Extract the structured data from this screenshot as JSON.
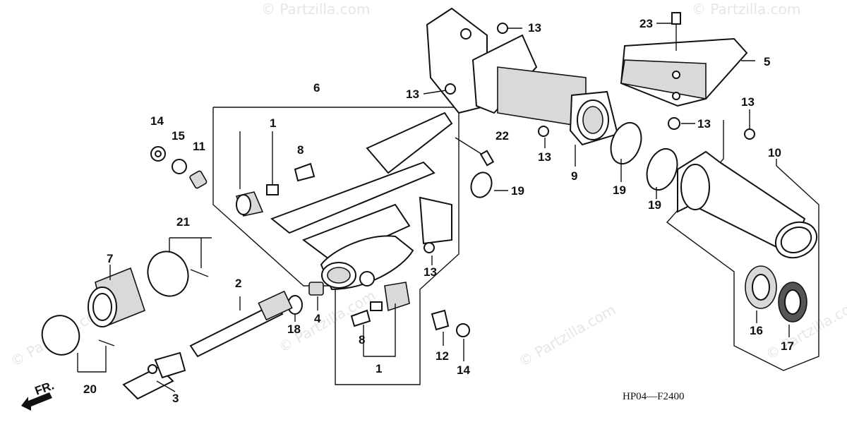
{
  "diagram_code": "HP04—F2400",
  "direction_label": "FR.",
  "watermarks": [
    "© Partzilla.com",
    "© Partzilla.com",
    "© Partzilla.com",
    "© Partzilla.com",
    "© Partzilla.com",
    "© Partzilla.com"
  ],
  "callouts": {
    "c1a": "1",
    "c1b": "1",
    "c2": "2",
    "c3": "3",
    "c4": "4",
    "c5": "5",
    "c6": "6",
    "c7": "7",
    "c8a": "8",
    "c8b": "8",
    "c9": "9",
    "c10": "10",
    "c11": "11",
    "c12": "12",
    "c13a": "13",
    "c13b": "13",
    "c13c": "13",
    "c13d": "13",
    "c13e": "13",
    "c13f": "13",
    "c14a": "14",
    "c14b": "14",
    "c15": "15",
    "c16": "16",
    "c17": "17",
    "c18": "18",
    "c19a": "19",
    "c19b": "19",
    "c19c": "19",
    "c20": "20",
    "c21": "21",
    "c22": "22",
    "c23": "23"
  }
}
